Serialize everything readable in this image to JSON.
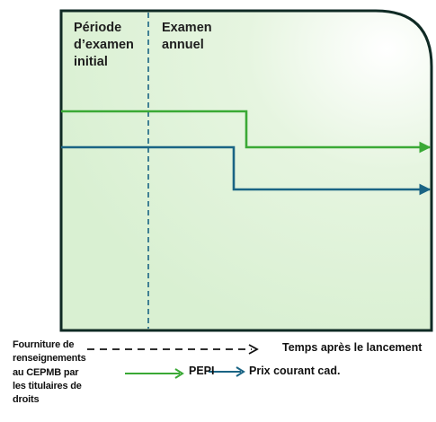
{
  "phases": {
    "initial_label": "Période\nd’examen\ninitial",
    "annual_label": "Examen\nannuel"
  },
  "legend": {
    "provision_label": "Fourniture de\nrenseignements\nau CEPMB par\nles titulaires de\ndroits",
    "time_label": "Temps après le lancement",
    "pepi_label": "PEPI",
    "prix_label": "Prix courant cad."
  },
  "colors": {
    "pepi_line": "#3aa935",
    "prix_line": "#1a6484",
    "frame": "#0f2a24",
    "divider": "#1a6484",
    "background_light": "#ffffff",
    "background_green": "#d9f0d2"
  }
}
